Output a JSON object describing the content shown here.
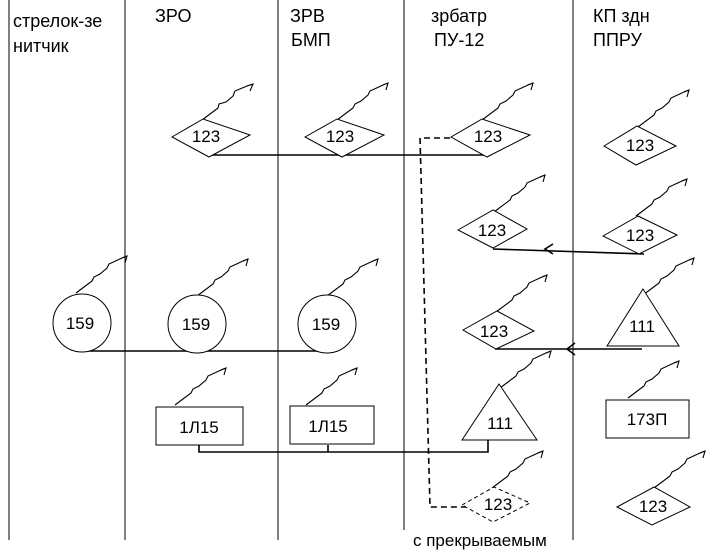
{
  "columns": [
    {
      "line1": "стрелок-зе",
      "line2": "нитчик"
    },
    {
      "line1": "ЗРО",
      "line2": ""
    },
    {
      "line1": "ЗРВ",
      "line2": "БМП"
    },
    {
      "line1": "зрбатр",
      "line2": "ПУ-12"
    },
    {
      "line1": "КП здн",
      "line2": "ППРУ"
    }
  ],
  "nodes": [
    {
      "name": "node-zro-radio-123",
      "shape": "diamond",
      "label": "123"
    },
    {
      "name": "node-zrv-radio-123",
      "shape": "diamond",
      "label": "123"
    },
    {
      "name": "node-zrbatr-radio-123-top",
      "shape": "diamond",
      "label": "123"
    },
    {
      "name": "node-kp-radio-123-top",
      "shape": "diamond",
      "label": "123"
    },
    {
      "name": "node-zrbatr-radio-123-mid",
      "shape": "diamond",
      "label": "123"
    },
    {
      "name": "node-kp-radio-123-mid",
      "shape": "diamond",
      "label": "123"
    },
    {
      "name": "node-strelok-radio-159",
      "shape": "circle",
      "label": "159"
    },
    {
      "name": "node-zro-radio-159",
      "shape": "circle",
      "label": "159"
    },
    {
      "name": "node-zrv-radio-159",
      "shape": "circle",
      "label": "159"
    },
    {
      "name": "node-zrbatr-radio-123-low",
      "shape": "diamond",
      "label": "123"
    },
    {
      "name": "node-kp-radio-111",
      "shape": "triangle",
      "label": "111"
    },
    {
      "name": "node-zro-radio-1l15",
      "shape": "rect",
      "label": "1Л15"
    },
    {
      "name": "node-zrv-radio-1l15",
      "shape": "rect",
      "label": "1Л15"
    },
    {
      "name": "node-zrbatr-radio-111",
      "shape": "triangle",
      "label": "111"
    },
    {
      "name": "node-kp-radio-173p",
      "shape": "rect",
      "label": "173П"
    },
    {
      "name": "node-zrbatr-radio-123-dashed",
      "shape": "diamond-dashed",
      "label": "123"
    },
    {
      "name": "node-kp-radio-123-bottom",
      "shape": "diamond",
      "label": "123"
    }
  ],
  "footer_note": "с прекрываемым"
}
